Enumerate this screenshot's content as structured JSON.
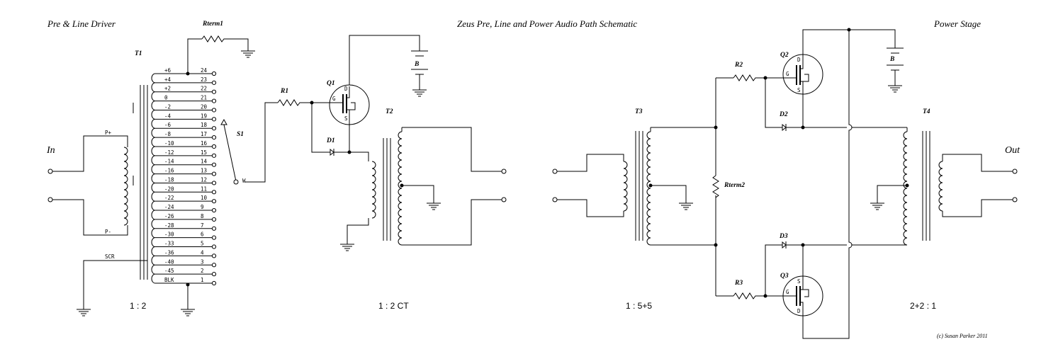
{
  "title": "Zeus Pre, Line and Power Audio Path Schematic",
  "sections": {
    "left": "Pre & Line Driver",
    "right": "Power Stage"
  },
  "io": {
    "input": "In",
    "output": "Out"
  },
  "components": {
    "t1": "T1",
    "t2": "T2",
    "t3": "T3",
    "t4": "T4",
    "q1": "Q1",
    "q2": "Q2",
    "q3": "Q3",
    "d1": "D1",
    "d2": "D2",
    "d3": "D3",
    "r1": "R1",
    "r2": "R2",
    "r3": "R3",
    "rterm1": "Rterm1",
    "rterm2": "Rterm2",
    "s1": "S1",
    "battery1": "B",
    "battery2": "B"
  },
  "t1_primary": {
    "top": "P+",
    "bottom": "P-",
    "screen": "SCR"
  },
  "t1_taps": [
    {
      "db": "+6",
      "pin": "24"
    },
    {
      "db": "+4",
      "pin": "23"
    },
    {
      "db": "+2",
      "pin": "22"
    },
    {
      "db": "0",
      "pin": "21"
    },
    {
      "db": "-2",
      "pin": "20"
    },
    {
      "db": "-4",
      "pin": "19"
    },
    {
      "db": "-6",
      "pin": "18"
    },
    {
      "db": "-8",
      "pin": "17"
    },
    {
      "db": "-10",
      "pin": "16"
    },
    {
      "db": "-12",
      "pin": "15"
    },
    {
      "db": "-14",
      "pin": "14"
    },
    {
      "db": "-16",
      "pin": "13"
    },
    {
      "db": "-18",
      "pin": "12"
    },
    {
      "db": "-20",
      "pin": "11"
    },
    {
      "db": "-22",
      "pin": "10"
    },
    {
      "db": "-24",
      "pin": "9"
    },
    {
      "db": "-26",
      "pin": "8"
    },
    {
      "db": "-28",
      "pin": "7"
    },
    {
      "db": "-30",
      "pin": "6"
    },
    {
      "db": "-33",
      "pin": "5"
    },
    {
      "db": "-36",
      "pin": "4"
    },
    {
      "db": "-40",
      "pin": "3"
    },
    {
      "db": "-45",
      "pin": "2"
    },
    {
      "db": "BLK",
      "pin": "1"
    }
  ],
  "switch_pole": "W",
  "fet_pins": {
    "gate": "G",
    "drain": "D",
    "source": "S"
  },
  "ratios": {
    "t1": "1 : 2",
    "t2": "1 : 2 CT",
    "t3": "1 : 5+5",
    "t4": "2+2 : 1"
  },
  "copyright": "(c) Susan Parker 2011"
}
